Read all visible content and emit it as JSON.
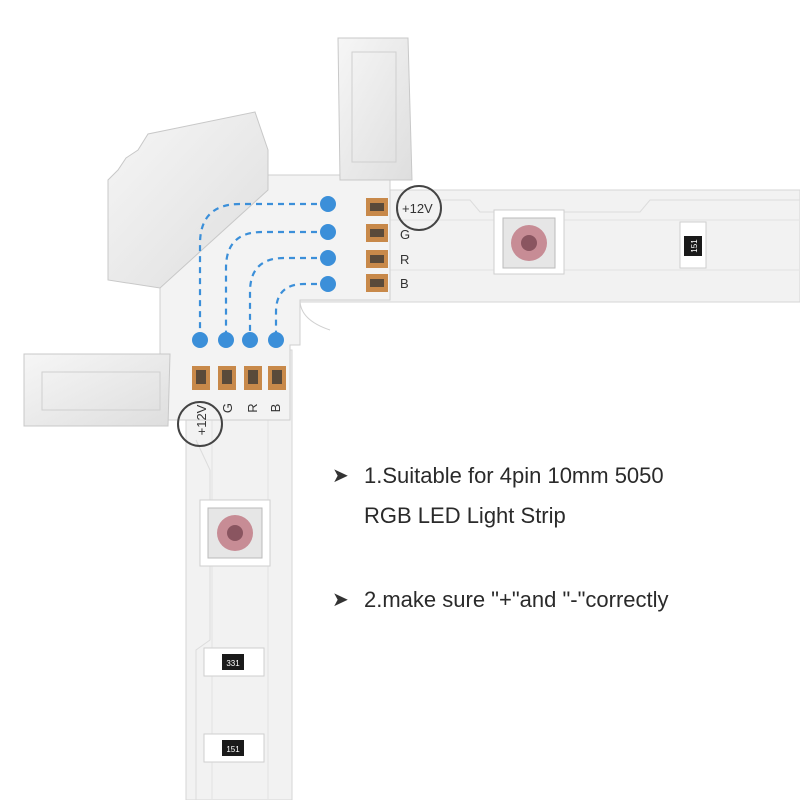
{
  "colors": {
    "strip": "#f1f1f1",
    "strip_edge": "#d4d4d4",
    "connector": "#ececec",
    "copper": "#c8894a",
    "wire_dot": "#3b8fd9",
    "text": "#2a2a2a"
  },
  "pins": {
    "horizontal": [
      "+12V",
      "G",
      "R",
      "B"
    ],
    "vertical": [
      "+12V",
      "G",
      "R",
      "B"
    ]
  },
  "led_labels": [
    "151",
    "331",
    "151"
  ],
  "bullets": [
    {
      "icon": "arrow-right-icon",
      "line1": "1.Suitable for  4pin 10mm 5050",
      "line2": "RGB LED Light Strip"
    },
    {
      "icon": "arrow-right-icon",
      "line1": "2.make sure \"+\"and \"-\"correctly",
      "line2": ""
    }
  ]
}
